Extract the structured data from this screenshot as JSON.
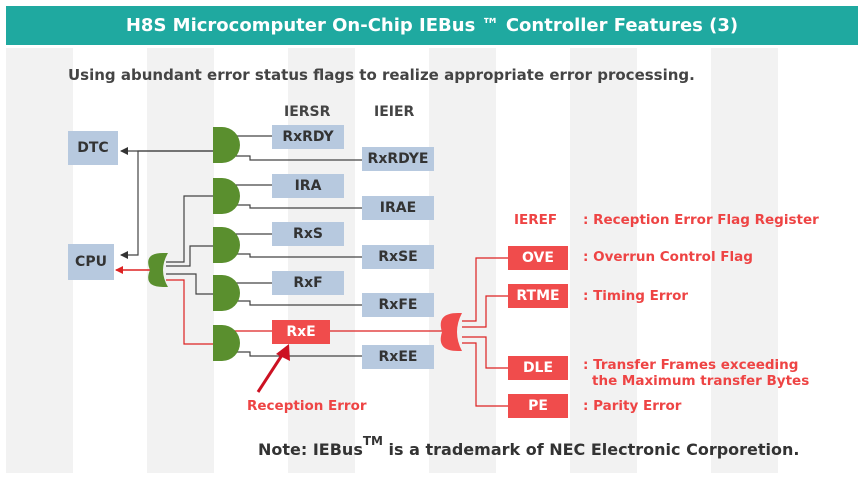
{
  "header": {
    "title": "H8S Microcomputer On-Chip IEBus ™ Controller Features (3)"
  },
  "subtitle": "Using abundant error status flags to realize appropriate error processing.",
  "columns": {
    "iersr": "IERSR",
    "ieier": "IEIER"
  },
  "targets": {
    "dtc": "DTC",
    "cpu": "CPU"
  },
  "iersr_flags": [
    "RxRDY",
    "IRA",
    "RxS",
    "RxF",
    "RxE"
  ],
  "ieier_flags": [
    "RxRDYE",
    "IRAE",
    "RxSE",
    "RxFE",
    "RxEE"
  ],
  "ieref": {
    "label": "IEREF",
    "description": ": Reception Error Flag Register",
    "flags": [
      {
        "name": "OVE",
        "desc": ": Overrun Control Flag"
      },
      {
        "name": "RTME",
        "desc": ": Timing Error"
      },
      {
        "name": "DLE",
        "desc": ": Transfer Frames exceeding",
        "desc2": "the Maximum transfer Bytes"
      },
      {
        "name": "PE",
        "desc": ": Parity Error"
      }
    ]
  },
  "annotation": "Reception Error",
  "note": {
    "prefix": "Note: IEBus",
    "tm": "TM",
    "suffix": " is a trademark of NEC Electronic Corporetion."
  },
  "colors": {
    "banner": "#1fa9a0",
    "gate": "#5a8f2e",
    "flag_box": "#b7c9df",
    "error_red": "#ee4444"
  }
}
